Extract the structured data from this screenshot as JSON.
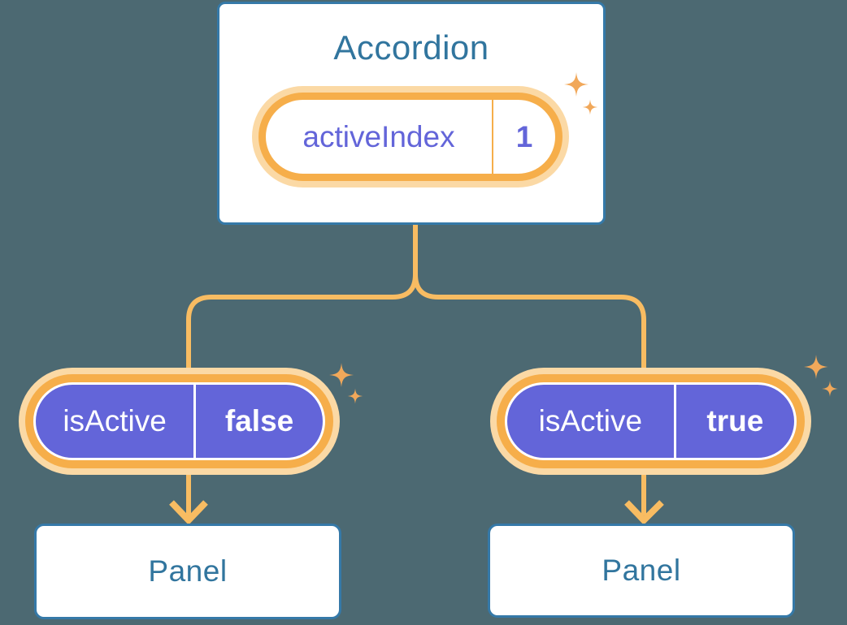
{
  "accordion": {
    "title": "Accordion",
    "state": {
      "name": "activeIndex",
      "value": "1"
    }
  },
  "children": [
    {
      "prop": {
        "name": "isActive",
        "value": "false"
      },
      "panel_title": "Panel"
    },
    {
      "prop": {
        "name": "isActive",
        "value": "true"
      },
      "panel_title": "Panel"
    }
  ],
  "colors": {
    "background": "#4C6972",
    "line_orange": "#F8BC62",
    "accent_orange": "#F6AE4A",
    "glow_orange": "#FBD9A5",
    "sparkle_orange": "#F1A85A",
    "purple": "#6365D9",
    "blue_text": "#31759E",
    "blue_border": "#3579A8"
  }
}
